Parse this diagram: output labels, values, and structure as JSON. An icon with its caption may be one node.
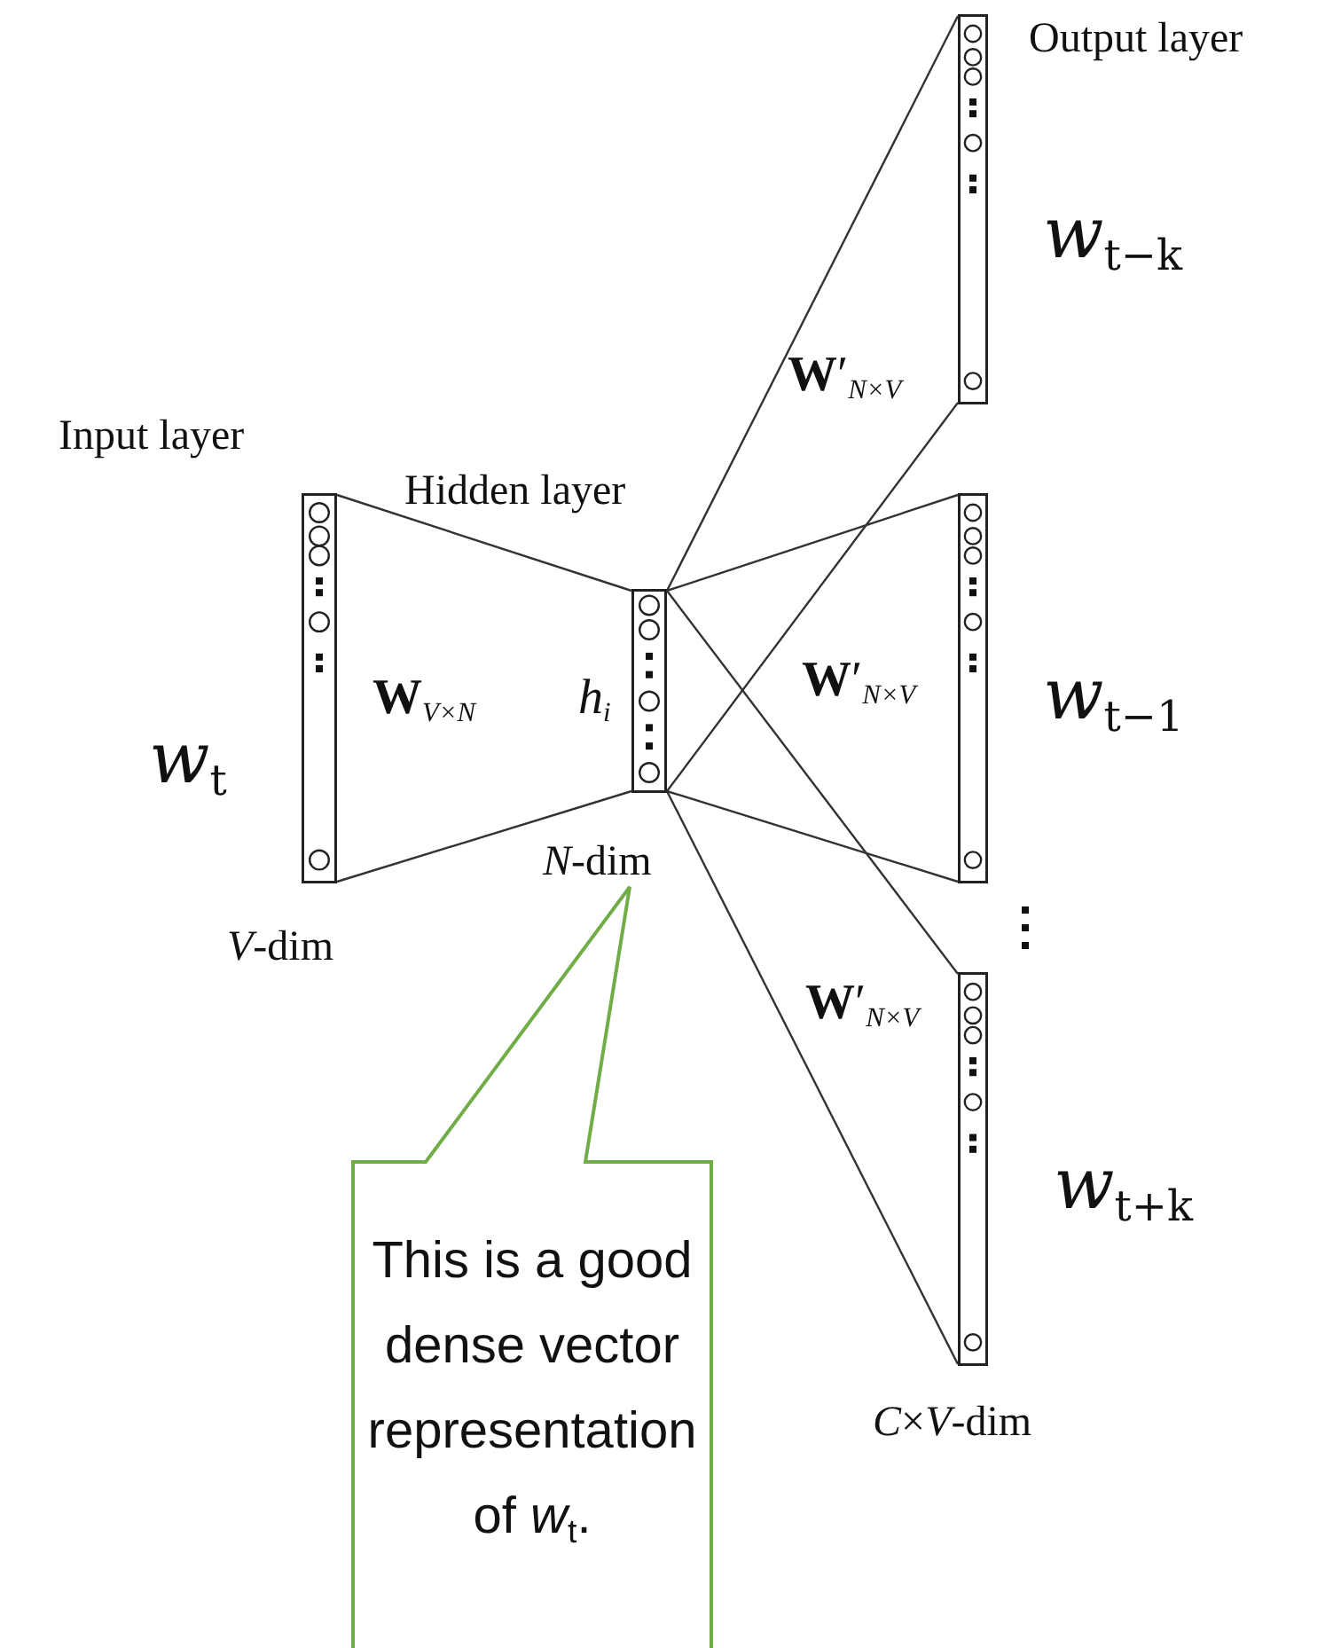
{
  "diagram": {
    "nodes": [
      {
        "text": [],
        "shape": "bar",
        "beside": [
          "Input layer",
          "*w*$_{t}$"
        ]
      },
      {
        "text": [],
        "shape": "bar",
        "beside": [
          "Hidden layer",
          "*h*$_{i}$"
        ]
      },
      {
        "text": [],
        "shape": "bar",
        "beside": [
          "Output layer",
          "*w*$_{t−k}$"
        ]
      },
      {
        "text": [],
        "shape": "bar",
        "beside": [
          "*w*$_{t−1}$"
        ]
      },
      {
        "text": [],
        "shape": "bar",
        "beside": [
          "*w*$_{t+k}$",
          "*C*×*V*-dim"
        ]
      },
      {
        "text": [
          "This is a good dense vector representation of *w*$_{t}$."
        ]
      }
    ],
    "edges": [
      {
        "from": 0,
        "to": 1,
        "arrow": "none"
      },
      {
        "from": 0,
        "to": 1,
        "arrow": "none"
      },
      {
        "from": 1,
        "to": 2,
        "arrow": "none"
      },
      {
        "from": 1,
        "to": 2,
        "arrow": "none"
      },
      {
        "from": 1,
        "to": 3,
        "arrow": "none"
      },
      {
        "from": 1,
        "to": 3,
        "arrow": "none"
      },
      {
        "from": 1,
        "to": 4,
        "arrow": "none"
      },
      {
        "from": 1,
        "to": 4,
        "arrow": "none"
      }
    ],
    "labels": [
      "**W**′$_{N×V}$",
      "**W**$_{V×N}$",
      "**W**′$_{N×V}$",
      "*V*-dim",
      "*N*-dim",
      "**W**′$_{N×V}$"
    ]
  }
}
